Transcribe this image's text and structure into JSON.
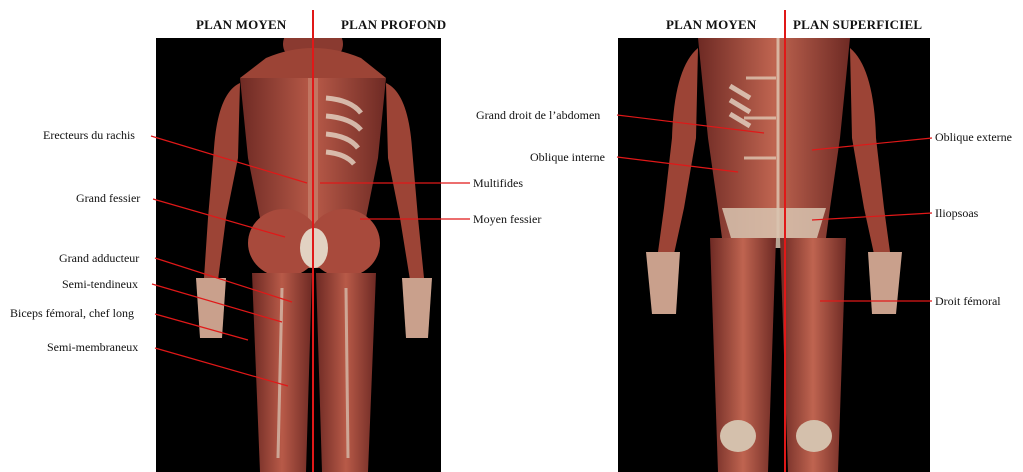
{
  "headings": {
    "left_middle": "PLAN MOYEN",
    "left_deep": "PLAN PROFOND",
    "right_middle": "PLAN MOYEN",
    "right_superficial": "PLAN SUPERFICIEL"
  },
  "labels": {
    "erecteurs": "Erecteurs du rachis",
    "grand_fessier": "Grand fessier",
    "grand_adducteur": "Grand adducteur",
    "semi_tendineux": "Semi-tendineux",
    "biceps": "Biceps fémoral, chef long",
    "semi_membraneux": "Semi-membraneux",
    "multifides": "Multifides",
    "moyen_fessier": "Moyen fessier",
    "grand_droit": "Grand droit de l’abdomen",
    "oblique_interne": "Oblique interne",
    "oblique_externe": "Oblique externe",
    "iliopsoas": "Iliopsoas",
    "droit_femoral": "Droit fémoral"
  },
  "colors": {
    "leader_line": "#e01818",
    "divider": "#e01818",
    "background_panel": "#000000",
    "muscle": "#a8463c",
    "muscle_light": "#c8705c",
    "tendon": "#d9c8b8"
  }
}
